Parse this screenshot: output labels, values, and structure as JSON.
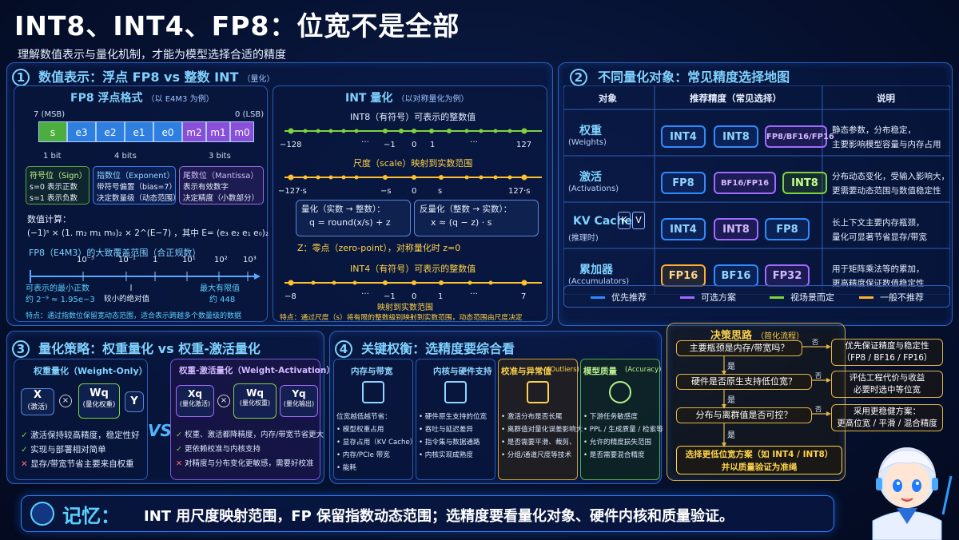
{
  "title": "INT8、INT4、FP8：位宽不是全部",
  "subtitle": "理解数值表示与量化机制，才能为模型选择合适的精度",
  "s1": {
    "num": "1",
    "title": "数值表示：浮点 FP8 vs 整数 INT",
    "title_small": "（量化）",
    "fp8": {
      "title": "FP8 浮点格式",
      "title_small": "（以 E4M3 为例）",
      "msb": "7 (MSB)",
      "lsb": "0 (LSB)",
      "bits": [
        "s",
        "e3",
        "e2",
        "e1",
        "e0",
        "m2",
        "m1",
        "m0"
      ],
      "bit_groups": [
        "1 bit",
        "4 bits",
        "3 bits"
      ],
      "sign": {
        "title": "符号位（Sign）",
        "l1": "s=0 表示正数",
        "l2": "s=1 表示负数"
      },
      "exp": {
        "title": "指数位（Exponent）",
        "l1": "带符号偏置（bias=7）",
        "l2": "决定数量级（动态范围）"
      },
      "man": {
        "title": "尾数位（Mantissa）",
        "l1": "表示有效数字",
        "l2": "决定精度（小数部分）"
      },
      "calc_label": "数值计算：",
      "formula": "(−1)ˢ × (1. m₂ m₁ m₀)₂ × 2^(E−7) ，其中 E= (e₃ e₂ e₁ e₀)₂",
      "range_title": "FP8（E4M3）的大致覆盖范围（合正规数）",
      "ticks": [
        "10⁻⁵",
        "10⁻¹",
        "1",
        "10¹",
        "10²",
        "10³"
      ],
      "min_label": "可表示的最小正数",
      "min_val": "约 2⁻⁹ ≈ 1.95e−3",
      "small_label": "较小的绝对值",
      "max_label": "最大有限值",
      "max_val": "约 448",
      "note": "特点：通过指数位保留宽动态范围，适合表示跨越多个数量级的数据"
    },
    "int": {
      "title": "INT 量化",
      "title_small": "（以对称量化为例）",
      "int8_title": "INT8（有符号）可表示的整数值",
      "int8_ticks": [
        "−128",
        "…",
        "−1",
        "0",
        "1",
        "…",
        "127"
      ],
      "scale_title": "尺度（scale）映射到实数范围",
      "scale_ticks": [
        "−127·s",
        "−s",
        "0",
        "s",
        "127·s"
      ],
      "q_title": "量化（实数 → 整数）：",
      "q_formula": "q = round(x/s) + z",
      "dq_title": "反量化（整数 → 实数）：",
      "dq_formula": "x ≈ (q − z) · s",
      "z_note": "Z：零点（zero-point），对称量化时 z=0",
      "int4_title": "INT4（有符号）可表示的整数值",
      "int4_ticks": [
        "−8",
        "…",
        "−1",
        "0",
        "1",
        "…",
        "7"
      ],
      "map_label": "映射到实数范围",
      "note": "特点：通过尺度（s）将有限的整数级别映射到实数范围，动态范围由尺度决定"
    }
  },
  "s2": {
    "num": "2",
    "title": "不同量化对象：常见精度选择地图",
    "headers": [
      "对象",
      "推荐精度（常见选择）",
      "说明"
    ],
    "rows": [
      {
        "name": "权重",
        "en": "(Weights)",
        "tags": [
          {
            "t": "INT4",
            "c": "b"
          },
          {
            "t": "INT8",
            "c": "b"
          },
          {
            "t": "FP8/BF16/FP16",
            "c": "p"
          }
        ],
        "d1": "静态参数，分布稳定，",
        "d2": "主要影响模型容量与内存占用"
      },
      {
        "name": "激活",
        "en": "(Activations)",
        "tags": [
          {
            "t": "FP8",
            "c": "b"
          },
          {
            "t": "BF16/FP16",
            "c": "p"
          },
          {
            "t": "INT8",
            "c": "g"
          }
        ],
        "d1": "分布动态变化，受输入影响大，",
        "d2": "更需要动态范围与数值稳定性"
      },
      {
        "name": "KV Cache",
        "en": "(推理时)",
        "tags": [
          {
            "t": "INT4",
            "c": "b"
          },
          {
            "t": "INT8",
            "c": "p"
          },
          {
            "t": "FP8",
            "c": "b"
          }
        ],
        "d1": "长上下文主要内存瓶颈，",
        "d2": "量化可显著节省显存/带宽"
      },
      {
        "name": "累加器",
        "en": "(Accumulators)",
        "tags": [
          {
            "t": "FP16",
            "c": "y"
          },
          {
            "t": "BF16",
            "c": "b"
          },
          {
            "t": "FP32",
            "c": "p"
          }
        ],
        "d1": "用于矩阵乘法等的累加，",
        "d2": "更高精度保证数值稳定性"
      }
    ],
    "kv_letters": [
      "K",
      "V"
    ],
    "legend": [
      "优先推荐",
      "可选方案",
      "视场景而定",
      "一般不推荐"
    ],
    "legend_colors": [
      "#2f8cff",
      "#a06bff",
      "#7fd43c",
      "#ffb02e"
    ]
  },
  "s3": {
    "num": "3",
    "title": "量化策略：权重量化 vs 权重-激活量化",
    "wo": {
      "title": "权重量化（Weight-Only）",
      "x": "X",
      "x_sub": "(激活)",
      "wq": "Wq",
      "wq_sub": "(量化权重)",
      "y": "Y",
      "b1": "激活保持较高精度，稳定性好",
      "b2": "实现与部署相对简单",
      "b3": "显存/带宽节省主要来自权重"
    },
    "vs": "VS",
    "wa": {
      "title": "权重-激活量化（Weight-Activation）",
      "x": "Xq",
      "x_sub": "(量化激活)",
      "wq": "Wq",
      "wq_sub": "(量化权重)",
      "y": "Yq",
      "y_sub": "(量化输出)",
      "b1": "权重、激活都降精度，内存/带宽节省更大",
      "b2": "更依赖校准与内核支持",
      "b3": "对精度与分布变化更敏感，需要好校准"
    }
  },
  "s4": {
    "num": "4",
    "title": "关键权衡：选精度要综合看",
    "cols": [
      {
        "title": "内存与带宽",
        "items": [
          "位宽越低越节省：",
          "• 模型权重占用",
          "• 显存占用（KV Cache）",
          "• 内存/PCIe 带宽",
          "• 能耗"
        ]
      },
      {
        "title": "内核与硬件支持",
        "items": [
          "• 硬件原生支持的位宽",
          "• 吞吐与延迟差异",
          "• 指令集与数据通路",
          "• 内核实现成熟度"
        ]
      },
      {
        "title": "校准与异常值",
        "title_small": "(Outliers)",
        "items": [
          "• 激活分布是否长尾",
          "• 离群值对量化误差影响大",
          "• 是否需要平滑、裁剪、",
          "• 分组/通道尺度等技术"
        ]
      },
      {
        "title": "模型质量",
        "title_small": "(Accuracy)",
        "items": [
          "• 下游任务敏感度",
          "• PPL / 生成质量 / 检索等",
          "• 允许的精度损失范围",
          "• 是否需要混合精度"
        ]
      }
    ]
  },
  "s5": {
    "title": "决策思路",
    "title_small": "（简化流程）",
    "q1": "主要瓶颈是内存/带宽吗？",
    "q2": "硬件是否原生支持低位宽？",
    "q3": "分布与离群值是否可控？",
    "no": "否",
    "yes": "是",
    "a1": "优先保证精度与稳定性\n（FP8 / BF16 / FP16）",
    "a2": "评估工程代价与收益\n必要时选中等位宽",
    "a3": "采用更稳健方案：\n更高位宽 / 平滑 / 混合精度",
    "final": "选择更低位宽方案（如 INT4 / INT8）\n并以质量验证为准绳"
  },
  "memory": {
    "label": "记忆：",
    "text": "INT 用尺度映射范围，FP 保留指数动态范围；选精度要看量化对象、硬件内核和质量验证。"
  }
}
